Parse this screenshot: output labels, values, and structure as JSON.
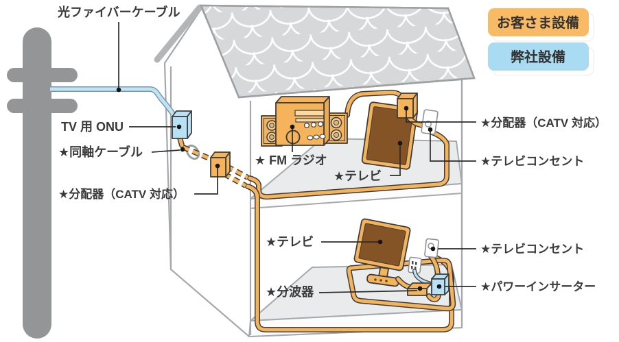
{
  "legend": {
    "customer": "お客さま設備",
    "company": "弊社設備"
  },
  "labels": {
    "fiber_cable": "光ファイバーケーブル",
    "tv_onu": "TV 用 ONU",
    "coax_cable": "★同軸ケーブル",
    "splitter_left": "★分配器（CATV 対応）",
    "fm_radio": "★ FM ラジオ",
    "tv_2f": "★テレビ",
    "splitter_right": "★分配器（CATV 対応）",
    "tv_outlet_2f": "★テレビコンセント",
    "tv_1f": "★テレビ",
    "tv_outlet_1f": "★テレビコンセント",
    "separator": "★分波器",
    "power_inserter": "★パワーインサーター"
  },
  "colors": {
    "customer_equipment_orange": "#F5B45C",
    "company_equipment_blue": "#B9E1F5",
    "badge_customer_bg": "#F9BA66",
    "badge_company_bg": "#A9DBF3"
  }
}
